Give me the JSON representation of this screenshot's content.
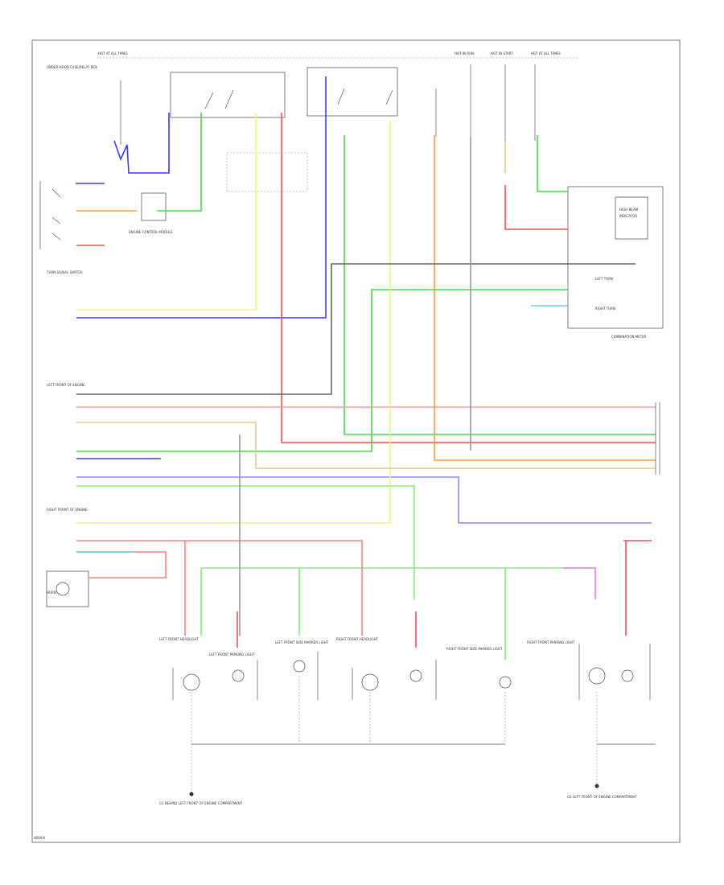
{
  "diagram": {
    "footer_code": "W0000",
    "colors": {
      "red": "#ff4d4d",
      "pink": "#ff8080",
      "blue": "#3a3aff",
      "green": "#44dd44",
      "lightgreen": "#7cf07c",
      "yellow": "#f4f47a",
      "orange": "#ff9a3a",
      "gray": "#666666",
      "cyan": "#5ad6e6",
      "magenta": "#f07cf0",
      "tan": "#e6c98a"
    },
    "top_labels": [
      "HOT AT ALL TIMES",
      "HOT IN RUN",
      "HOT IN START",
      "HOT AT ALL TIMES"
    ],
    "left_labels": {
      "under_hood_box": "UNDER-HOOD FUSE/RELAY BOX",
      "left_front_connector": "LEFT FRONT OF ENGINE",
      "right_front_connector": "RIGHT FRONT OF ENGINE",
      "engine_control": "ENGINE CONTROL MODULE",
      "turn_switch": "TURN SIGNAL SWITCH",
      "horn": "HORN"
    },
    "right_labels": {
      "combination_meter": "COMBINATION METER",
      "left_turn": "LEFT TURN",
      "right_turn": "RIGHT TURN",
      "high_beam": "HIGH BEAM",
      "indicator": "INDICATOR"
    },
    "bottom_labels": {
      "left_ground": "G1 BEHIND LEFT FRONT OF ENGINE COMPARTMENT",
      "right_ground": "G2 LEFT FRONT OF ENGINE COMPARTMENT",
      "left_headlight": "LEFT FRONT HEADLIGHT",
      "right_headlight": "RIGHT FRONT HEADLIGHT",
      "left_parking": "LEFT FRONT PARKING LIGHT",
      "right_parking": "RIGHT FRONT PARKING LIGHT",
      "left_side_marker": "LEFT FRONT SIDE MARKER LIGHT",
      "right_side_marker": "RIGHT FRONT SIDE MARKER LIGHT"
    }
  }
}
